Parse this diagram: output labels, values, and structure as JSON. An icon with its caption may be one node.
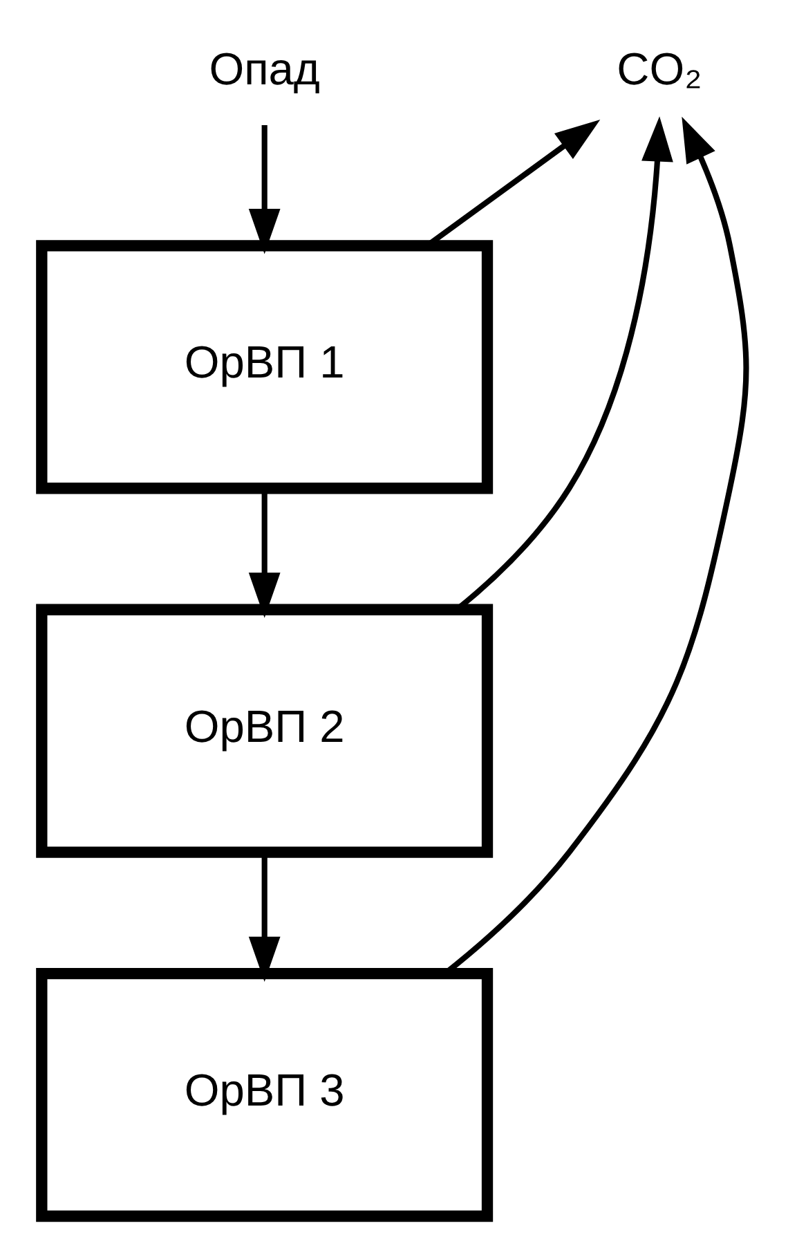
{
  "diagram": {
    "nodes": [
      {
        "text": [
          "Опад"
        ]
      },
      {
        "text": [
          "CO₂"
        ]
      },
      {
        "text": [
          "ОрВП 1"
        ]
      },
      {
        "text": [
          "ОрВП 2"
        ]
      },
      {
        "text": [
          "ОрВП 3"
        ]
      }
    ],
    "edges": [
      {
        "from": 0,
        "to": 2,
        "arrow": "to"
      },
      {
        "from": 2,
        "to": 3,
        "arrow": "to"
      },
      {
        "from": 3,
        "to": 4,
        "arrow": "to"
      },
      {
        "from": 2,
        "to": 1,
        "arrow": "to"
      },
      {
        "from": 3,
        "to": 1,
        "arrow": "to"
      },
      {
        "from": 4,
        "to": 1,
        "arrow": "to"
      }
    ]
  }
}
